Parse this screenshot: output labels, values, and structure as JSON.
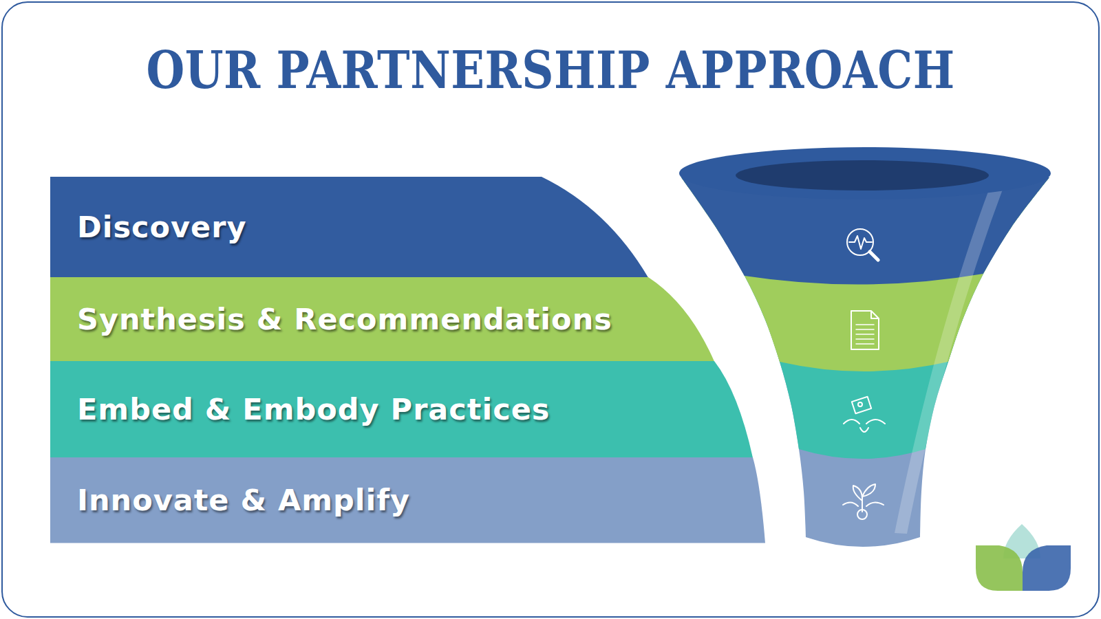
{
  "diagram": {
    "title": "OUR PARTNERSHIP APPROACH",
    "nodes": [
      {
        "text": [
          "Discovery"
        ]
      },
      {
        "text": [
          "Synthesis & Recommendations"
        ]
      },
      {
        "text": [
          "Embed & Embody Practices"
        ]
      },
      {
        "text": [
          "Innovate & Amplify"
        ]
      }
    ]
  }
}
